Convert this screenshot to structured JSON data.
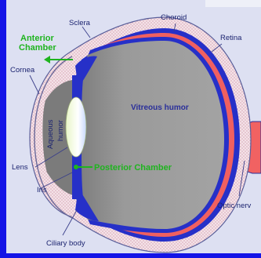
{
  "diagram": {
    "labels": {
      "sclera": "Sclera",
      "choroid": "Choroid",
      "anterior_chamber_line1": "Anterior",
      "anterior_chamber_line2": "Chamber",
      "retina": "Retina",
      "cornea": "Cornea",
      "vitreous_humor": "Vitreous humor",
      "aqueous_line1": "Aqueous",
      "aqueous_line2": "humor",
      "posterior_chamber": "Posterior Chamber",
      "lens": "Lens",
      "iris": "Iris",
      "optic_nerve": "Optic nerv",
      "ciliary_body": "Ciliary body"
    },
    "colors": {
      "background": "#1414e6",
      "panel": "#dde0f2",
      "sclera": "#f2dfe6",
      "choroid": "#2630c8",
      "retina": "#f06060",
      "vitreous": "#8b8b8b",
      "lens": "#f4fbe6",
      "green_label": "#1fb41f"
    }
  }
}
